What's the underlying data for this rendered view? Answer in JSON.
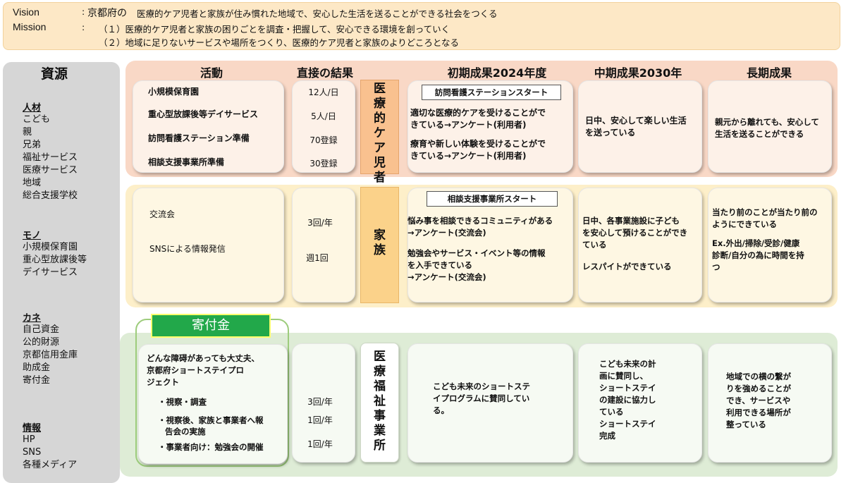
{
  "banner": {
    "vision_label": "Vision",
    "vision_colon": ":",
    "vision_pre": "京都府の",
    "vision_text": "医療的ケア児者と家族が住み慣れた地域で、安心した生活を送ることができる社会をつくる",
    "mission_label": "Mission",
    "mission_colon": ":",
    "mission_1": "（１）医療的ケア児者と家族の困りごとを調査・把握して、安心できる環境を創っていく",
    "mission_2": "（２）地域に足りないサービスや場所をつくり、医療的ケア児者と家族のよりどころとなる"
  },
  "sidebar": {
    "title": "資源",
    "groups": [
      {
        "head": "人材",
        "items": [
          "こども",
          "親",
          "兄弟",
          "福祉サービス",
          "医療サービス",
          "地域",
          "総合支援学校"
        ]
      },
      {
        "head": "モノ",
        "items": [
          "小規模保育園",
          "重心型放課後等",
          "デイサービス"
        ]
      },
      {
        "head": "カネ",
        "items": [
          "自己資金",
          "公的財源",
          "京都信用金庫",
          "助成金",
          "寄付金"
        ]
      },
      {
        "head": "情報",
        "items": [
          "HP",
          "SNS",
          "各種メディア"
        ]
      }
    ]
  },
  "headers": {
    "activity": "活動",
    "direct": "直接の結果",
    "initial": "初期成果2024年度",
    "mid": "中期成果2030年",
    "long": "長期成果"
  },
  "row1": {
    "activities": [
      "小規模保育園",
      "重心型放課後等デイサービス",
      "訪問看護ステーション準備",
      "相談支援事業所準備"
    ],
    "direct": [
      "12人/日",
      "5人/日",
      "70登録",
      "30登録"
    ],
    "target": "医療的ケア児者",
    "initial_tag": "訪問看護ステーションスタート",
    "initial_lines": [
      "適切な医療的ケアを受けることがで",
      "きている→アンケート(利用者)",
      "",
      "療育や新しい体験を受けることがで",
      "きている→アンケート(利用者)"
    ],
    "mid_lines": [
      "日中、安心して楽しい生活",
      "を送っている"
    ],
    "long_lines": [
      "親元から離れても、安心して",
      "生活を送ることができる"
    ]
  },
  "row2": {
    "activities": [
      "交流会",
      "SNSによる情報発信"
    ],
    "direct": [
      "3回/年",
      "週1回"
    ],
    "target": "家族",
    "initial_tag": "相談支援事業所スタート",
    "initial_lines": [
      "悩み事を相談できるコミュニティがある",
      "→アンケート(交流会)",
      "",
      "勉強会やサービス・イベント等の情報",
      "を入手できている",
      "→アンケート(交流会)"
    ],
    "mid_lines": [
      "日中、各事業施設に子ども",
      "を安心して預けることができ",
      "ている",
      "",
      "レスパイトができている"
    ],
    "long_lines": [
      "当たり前のことが当たり前の",
      "ようにできている",
      "",
      "Ex.外出/掃除/受診/健康",
      "診断/自分の為に時間を持",
      "つ"
    ]
  },
  "row3": {
    "label": "寄付金",
    "activity_intro": [
      "どんな障碍があっても大丈夫、",
      "京都府ショートステイプロ",
      "ジェクト"
    ],
    "activity_items": [
      "・視察・調査",
      "・視察後、家族と事業者へ報",
      "告会の実施",
      "・事業者向け：勉強会の開催"
    ],
    "direct": [
      "3回/年",
      "1回/年",
      "1回/年"
    ],
    "target": "医療福祉事業所",
    "initial_lines": [
      "こども未来のショートステ",
      "イプログラムに賛同してい",
      "る。"
    ],
    "mid_lines": [
      "こども未来の計",
      "画に賛同し、",
      "ショートステイ",
      "の建設に協力し",
      "ている",
      "ショートステイ",
      "完成"
    ],
    "long_lines": [
      "地域での横の繋が",
      "りを強めることが",
      "でき、サービスや",
      "利用できる場所が",
      "整っている"
    ]
  }
}
